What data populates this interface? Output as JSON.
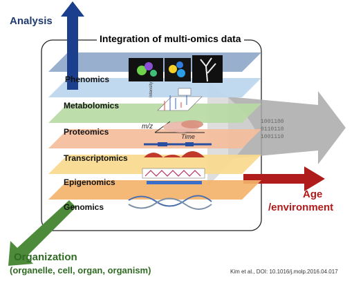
{
  "title": "Integration of multi-omics data",
  "axes": {
    "analysis": "Analysis",
    "age_line1": "Age",
    "age_line2": "/environment",
    "organization_line1": "Organization",
    "organization_line2": "(organelle, cell, organ, organism)"
  },
  "layers": [
    {
      "label": "Phenomics",
      "color": "#8fa9c9"
    },
    {
      "label": "Metabolomics",
      "color": "#bcd6ee"
    },
    {
      "label": "Proteomics",
      "color": "#b7dba4"
    },
    {
      "label": "Transcriptomics",
      "color": "#f4bd9c"
    },
    {
      "label": "Epigenomics",
      "color": "#f9d98c"
    },
    {
      "label": "Genomics",
      "color": "#f3b26b"
    }
  ],
  "inset_labels": {
    "intensity": "Intensity",
    "mz": "m/z",
    "time": "Time"
  },
  "binary_lines": [
    "1001100",
    "0110110",
    "1001110"
  ],
  "citation": "Kim et al., DOI: 10.1016/j.molp.2016.04.017",
  "colors": {
    "analysis_arrow": "#1b3f8c",
    "age_arrow": "#b01c1c",
    "organization_arrow": "#4d8a3a",
    "output_arrow": "#8c8c8c"
  }
}
